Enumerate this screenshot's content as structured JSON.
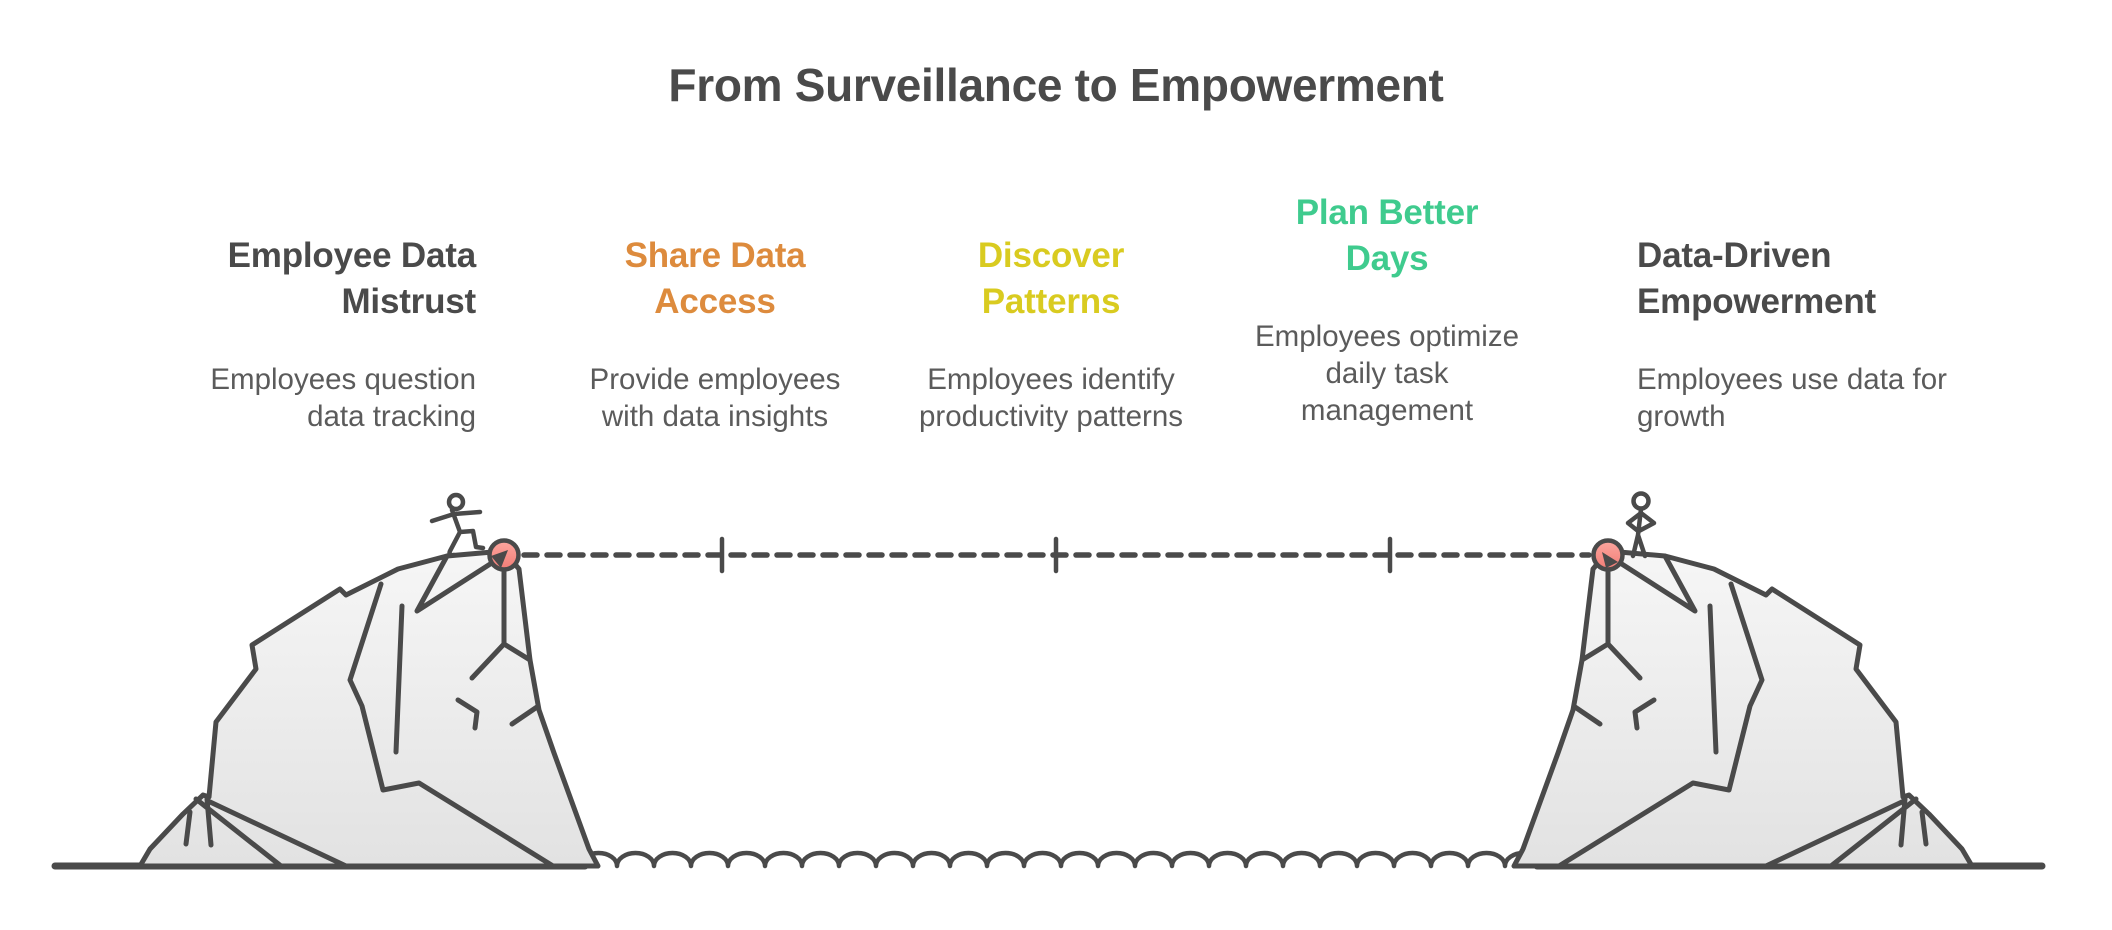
{
  "title": "From Surveillance to Empowerment",
  "stages": [
    {
      "title": "Employee Data Mistrust",
      "title_lines": [
        "Employee Data",
        "Mistrust"
      ],
      "title_color": "#4a4a4a",
      "description": "Employees question data tracking",
      "desc_lines": [
        "Employees question",
        "data tracking"
      ]
    },
    {
      "title": "Share Data Access",
      "title_lines": [
        "Share Data",
        "Access"
      ],
      "title_color": "#dd8b3d",
      "description": "Provide employees with data insights",
      "desc_lines": [
        "Provide employees",
        "with data insights"
      ]
    },
    {
      "title": "Discover Patterns",
      "title_lines": [
        "Discover",
        "Patterns"
      ],
      "title_color": "#d9cb20",
      "description": "Employees identify productivity patterns",
      "desc_lines": [
        "Employees identify",
        "productivity patterns"
      ]
    },
    {
      "title": "Plan Better Days",
      "title_lines": [
        "Plan Better",
        "Days"
      ],
      "title_color": "#3fcb8e",
      "description": "Employees optimize daily task management",
      "desc_lines": [
        "Employees optimize",
        "daily task",
        "management"
      ]
    },
    {
      "title": "Data-Driven Empowerment",
      "title_lines": [
        "Data-Driven",
        "Empowerment"
      ],
      "title_color": "#4a4a4a",
      "description": "Employees use data for growth",
      "desc_lines": [
        "Employees use data for",
        "growth"
      ]
    }
  ],
  "illustration": {
    "left_figure": "crouching stick figure on left cliff",
    "right_figure": "standing stick figure on right cliff",
    "start_node_color": "#f7918b",
    "end_node_color": "#f7918b",
    "outline_color": "#4a4a4a",
    "rock_fill_top": "#f6f6f6",
    "rock_fill_bottom": "#e2e2e2",
    "tick_count": "3"
  }
}
